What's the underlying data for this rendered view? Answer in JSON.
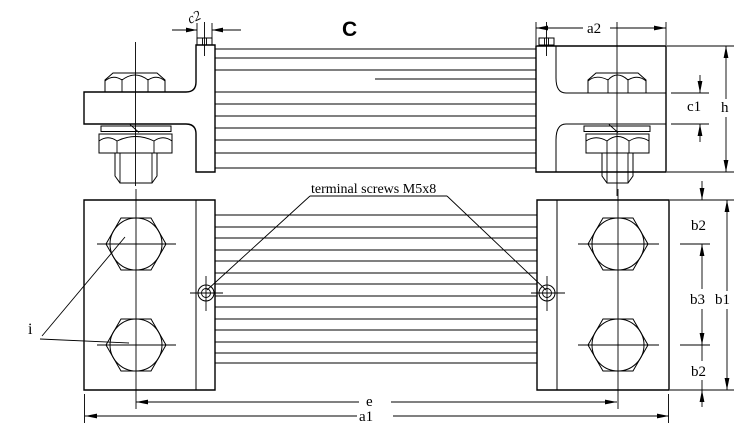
{
  "drawing": {
    "view_label": "C",
    "callouts": {
      "terminal_screws": "terminal screws M5x8",
      "index": "i"
    },
    "dimension_labels": {
      "c2": "c2",
      "a2": "a2",
      "c1": "c1",
      "h": "h",
      "b2_top": "b2",
      "b3": "b3",
      "b1": "b1",
      "b2_bottom": "b2",
      "e": "e",
      "a1": "a1"
    },
    "colors": {
      "line": "#000000",
      "background": "#ffffff"
    }
  }
}
